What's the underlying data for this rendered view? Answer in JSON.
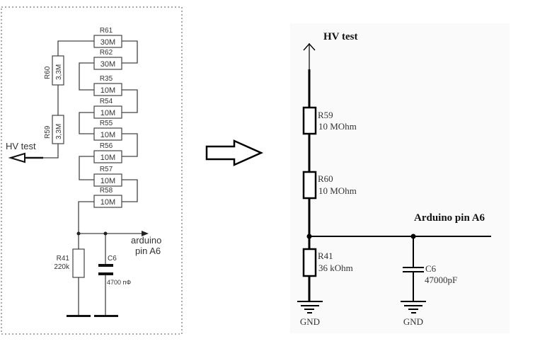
{
  "left_schematic": {
    "hv_label": "HV test",
    "output_label_line1": "arduino",
    "output_label_line2": "pin A6",
    "vertical_resistors": [
      {
        "name": "R60",
        "value": "3,3M"
      },
      {
        "name": "R59",
        "value": "3,3M"
      }
    ],
    "ladder_resistors": [
      {
        "name": "R61",
        "value": "30M"
      },
      {
        "name": "R62",
        "value": "30M"
      },
      {
        "name": "R35",
        "value": "10M"
      },
      {
        "name": "R54",
        "value": "10M"
      },
      {
        "name": "R55",
        "value": "10M"
      },
      {
        "name": "R56",
        "value": "10M"
      },
      {
        "name": "R57",
        "value": "10M"
      },
      {
        "name": "R58",
        "value": "10M"
      }
    ],
    "shunt_resistor": {
      "name": "R41",
      "value": "220k"
    },
    "capacitor": {
      "name": "C6",
      "value": "4700 пФ"
    }
  },
  "arrow": {
    "meaning": "becomes"
  },
  "right_schematic": {
    "hv_label": "HV test",
    "output_label": "Arduino pin A6",
    "resistors": [
      {
        "name": "R59",
        "value": "10 MOhm"
      },
      {
        "name": "R60",
        "value": "10 MOhm"
      },
      {
        "name": "R41",
        "value": "36 kOhm"
      }
    ],
    "capacitor": {
      "name": "C6",
      "value": "47000pF"
    },
    "ground_labels": [
      "GND",
      "GND"
    ]
  },
  "colors": {
    "left_wire": "#444444",
    "right_wire": "#000000",
    "right_panel_bg": "#fafafa",
    "dashed_border": "#555555"
  }
}
